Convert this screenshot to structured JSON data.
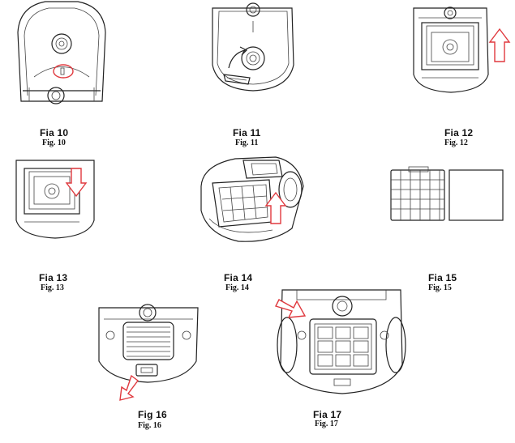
{
  "figures": [
    {
      "id": "10",
      "title": "Fia 10",
      "caption": "Fig. 10"
    },
    {
      "id": "11",
      "title": "Fia 11",
      "caption": "Fig. 11"
    },
    {
      "id": "12",
      "title": "Fia 12",
      "caption": "Fig. 12"
    },
    {
      "id": "13",
      "title": "Fia 13",
      "caption": "Fig. 13"
    },
    {
      "id": "14",
      "title": "Fia 14",
      "caption": "Fig. 14"
    },
    {
      "id": "15",
      "title": "Fia 15",
      "caption": "Fig. 15"
    },
    {
      "id": "16",
      "title": "Fig 16",
      "caption": "Fig. 16"
    },
    {
      "id": "17",
      "title": "Fia 17",
      "caption": "Fig. 17"
    }
  ],
  "colors": {
    "line": "#222222",
    "arrow": "#e0393e",
    "background": "#ffffff"
  }
}
